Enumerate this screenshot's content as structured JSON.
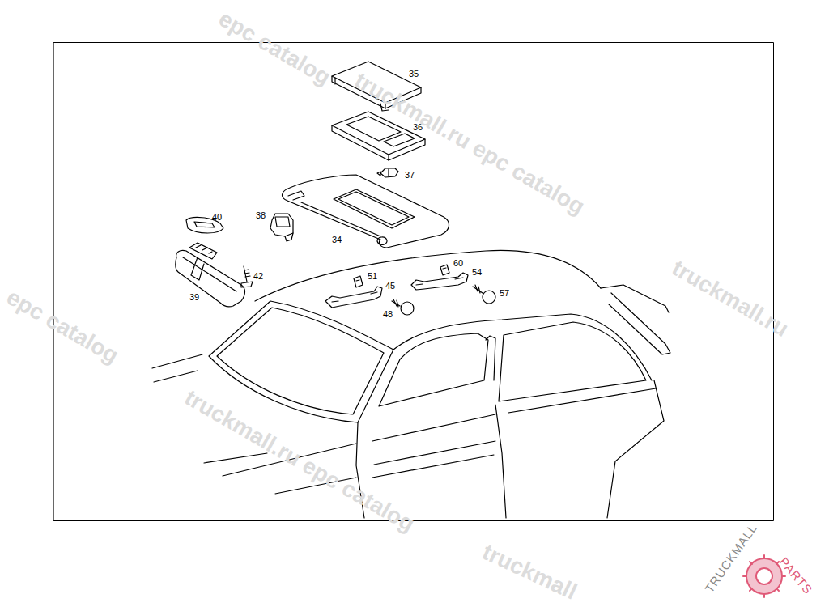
{
  "diagram": {
    "labels": [
      "35",
      "36",
      "37",
      "38",
      "34",
      "40",
      "42",
      "39",
      "51",
      "45",
      "60",
      "54",
      "57",
      "48",
      "epc catalog",
      "truckmall.ru epc catalog",
      "truckmall.ru",
      "epc catalog",
      "truckmall.ru epc catalog",
      "truckmall",
      "TRUCKMALL",
      "PARTS"
    ]
  }
}
